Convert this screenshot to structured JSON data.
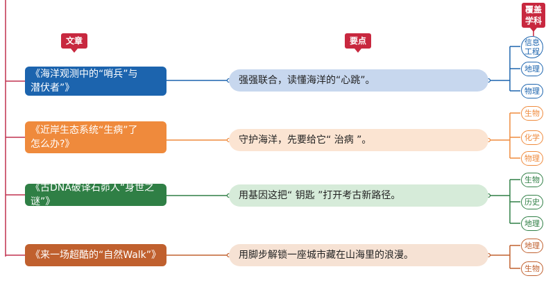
{
  "headers": {
    "article": "文章",
    "point": "要点",
    "subject": "覆盖\n学科"
  },
  "rows": [
    {
      "article": "《海洋观测中的“哨兵”与\n潜伏者”》",
      "point": "强强联合，读懂海洋的“心跳”。",
      "subjects": [
        "信息\n工程",
        "地理",
        "物理"
      ]
    },
    {
      "article": "《近岸生态系统“生病”了\n怎么办?》",
      "point": "守护海洋，先要给它“ 治病 ”。",
      "subjects": [
        "生物",
        "化学",
        "物理"
      ]
    },
    {
      "article": "《古DNA破译石峁人“身世之谜”》",
      "point": "用基因这把“ 钥匙 ”打开考古新路径。",
      "subjects": [
        "生物",
        "历史",
        "地理"
      ]
    },
    {
      "article": "《来一场超酷的“自然Walk”》",
      "point": "用脚步解锁一座城市藏在山海里的浪漫。",
      "subjects": [
        "地理",
        "生物"
      ]
    }
  ],
  "colors": {
    "spine": "#c0304f",
    "blue": "#1c64ae",
    "orange": "#ef8a3c",
    "green": "#2f7f45",
    "rust": "#c0602e",
    "tag": "#c8283f"
  }
}
